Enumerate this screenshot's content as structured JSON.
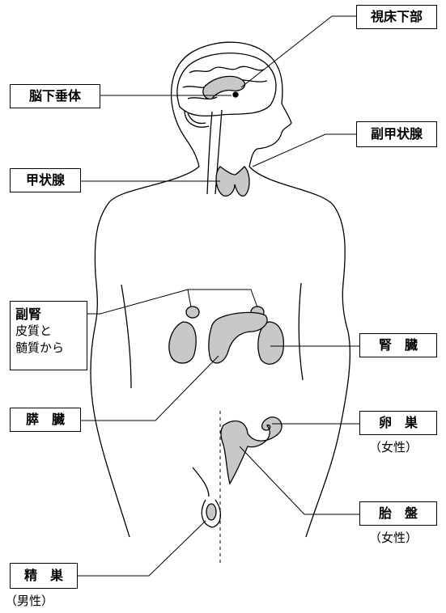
{
  "labels": {
    "hypothalamus": "視床下部",
    "pituitary": "脳下垂体",
    "parathyroid": "副甲状腺",
    "thyroid": "甲状腺",
    "adrenal": {
      "line1": "副腎",
      "line2": "皮質と",
      "line3": "髄質から"
    },
    "kidney": "腎　臓",
    "pancreas": "膵　臓",
    "ovary": "卵　巣",
    "ovary_note": "（女性）",
    "placenta": "胎　盤",
    "placenta_note": "（女性）",
    "testis": "精　巣",
    "testis_note": "（男性）"
  },
  "colors": {
    "organ_fill": "#c8c8c8",
    "line": "#000000"
  }
}
